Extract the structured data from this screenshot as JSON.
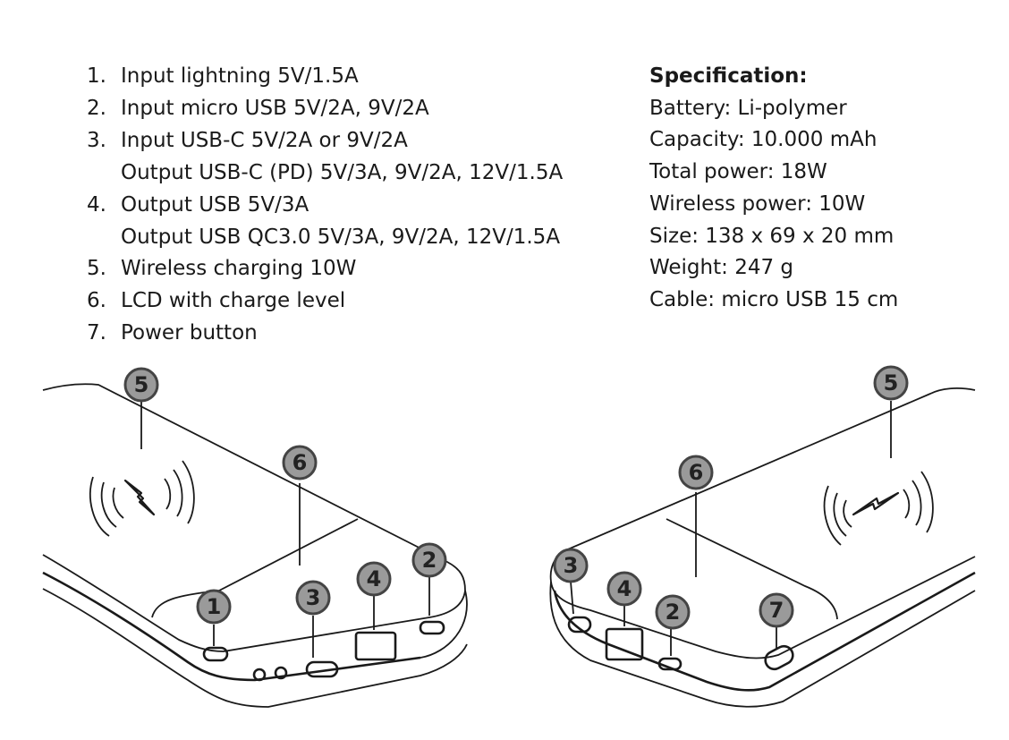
{
  "features": [
    {
      "num": "1.",
      "text": "Input lightning 5V/1.5A"
    },
    {
      "num": "2.",
      "text": "Input micro USB 5V/2A, 9V/2A"
    },
    {
      "num": "3.",
      "text": "Input USB-C 5V/2A or 9V/2A",
      "extra": "Output USB-C (PD) 5V/3A, 9V/2A, 12V/1.5A"
    },
    {
      "num": "4.",
      "text": "Output USB 5V/3A",
      "extra": "Output USB QC3.0 5V/3A, 9V/2A, 12V/1.5A"
    },
    {
      "num": "5.",
      "text": "Wireless charging 10W"
    },
    {
      "num": "6.",
      "text": "LCD with charge level"
    },
    {
      "num": "7.",
      "text": "Power button"
    }
  ],
  "specification": {
    "title": "Specification:",
    "lines": [
      "Battery: Li-polymer",
      "Capacity: 10.000 mAh",
      "Total power: 18W",
      "Wireless power: 10W",
      "Size: 138 x 69 x 20 mm",
      "Weight: 247 g",
      "Cable: micro USB 15 cm"
    ]
  },
  "callouts": {
    "left_view": [
      "5",
      "6",
      "2",
      "1",
      "3",
      "4"
    ],
    "right_view": [
      "5",
      "6",
      "3",
      "4",
      "2",
      "7"
    ]
  }
}
